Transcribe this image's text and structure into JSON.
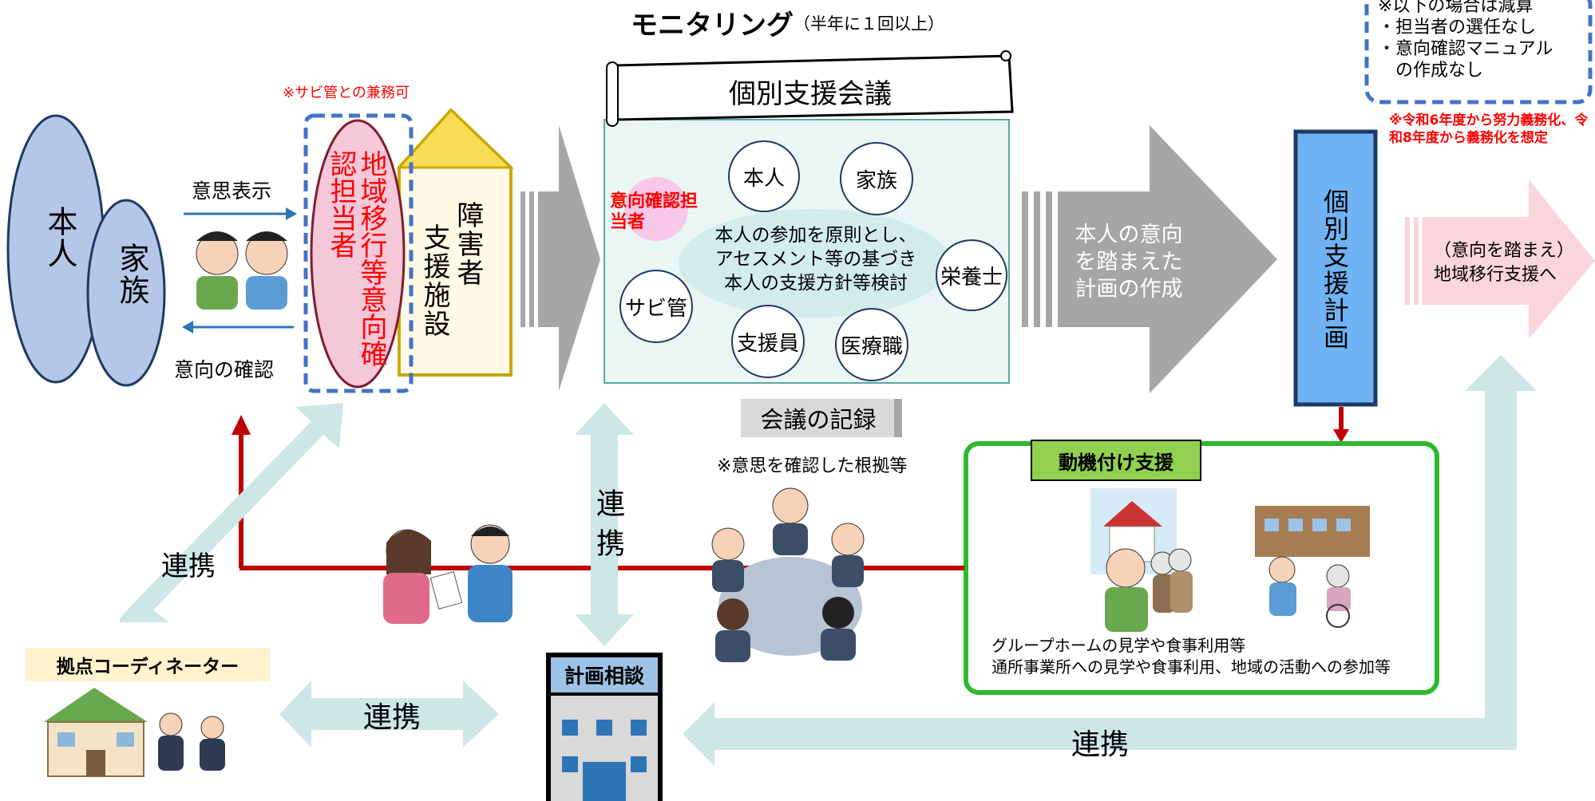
{
  "monitoring": {
    "title": "モニタリング",
    "note": "（半年に１回以上）"
  },
  "reduction_box": {
    "lines": [
      "※以下の場合は減算",
      "・担当者の選任なし",
      "・意向確認マニュアル",
      "　の作成なし"
    ]
  },
  "obligation_note": "※令和6年度から努力義務化、令和8年度から義務化を想定",
  "sabikan_note": "※サビ管との兼務可",
  "person": {
    "self": "本人",
    "family": "家族"
  },
  "expression_label": "意思表示",
  "confirm_label": "意向の確認",
  "officer": "地域移行等意向確認担当者",
  "facility": {
    "line1": "障害者",
    "line2": "支援施設"
  },
  "meeting": {
    "title": "個別支援会議",
    "left_label": "意向確認担当者",
    "members": {
      "self": "本人",
      "family": "家族",
      "sabikan": "サビ管",
      "nutrition": "栄養士",
      "support": "支援員",
      "medical": "医療職"
    },
    "center_lines": [
      "本人の参加を原則とし、",
      "アセスメント等の基づき",
      "本人の支援方針等検討"
    ]
  },
  "record_label": "会議の記録",
  "record_note": "※意思を確認した根拠等",
  "plan_arrow": {
    "lines": [
      "本人の意向",
      "を踏まえた",
      "計画の作成"
    ]
  },
  "plan_box": "個別支援計画",
  "transition_arrow": {
    "lines": [
      "（意向を踏まえ）",
      "地域移行支援へ"
    ]
  },
  "motivation": {
    "title": "動機付け支援",
    "lines": [
      "グループホームの見学や食事利用等",
      "通所事業所への見学や食事利用、地域の活動への参加等"
    ]
  },
  "coordinator": "拠点コーディネーター",
  "consultation": "計画相談",
  "cooperation": {
    "left": "連携",
    "vertical": "連携",
    "bottom_left": "連携",
    "bottom_right": "連携"
  },
  "colors": {
    "blue_dash": "#4472c4",
    "red": "#c00000",
    "gray": "#a6a6a6",
    "teal": "#cde7e6",
    "green": "#2eb82e",
    "plan_blue": "#5b9bd5",
    "pink": "#fbd5dc"
  }
}
